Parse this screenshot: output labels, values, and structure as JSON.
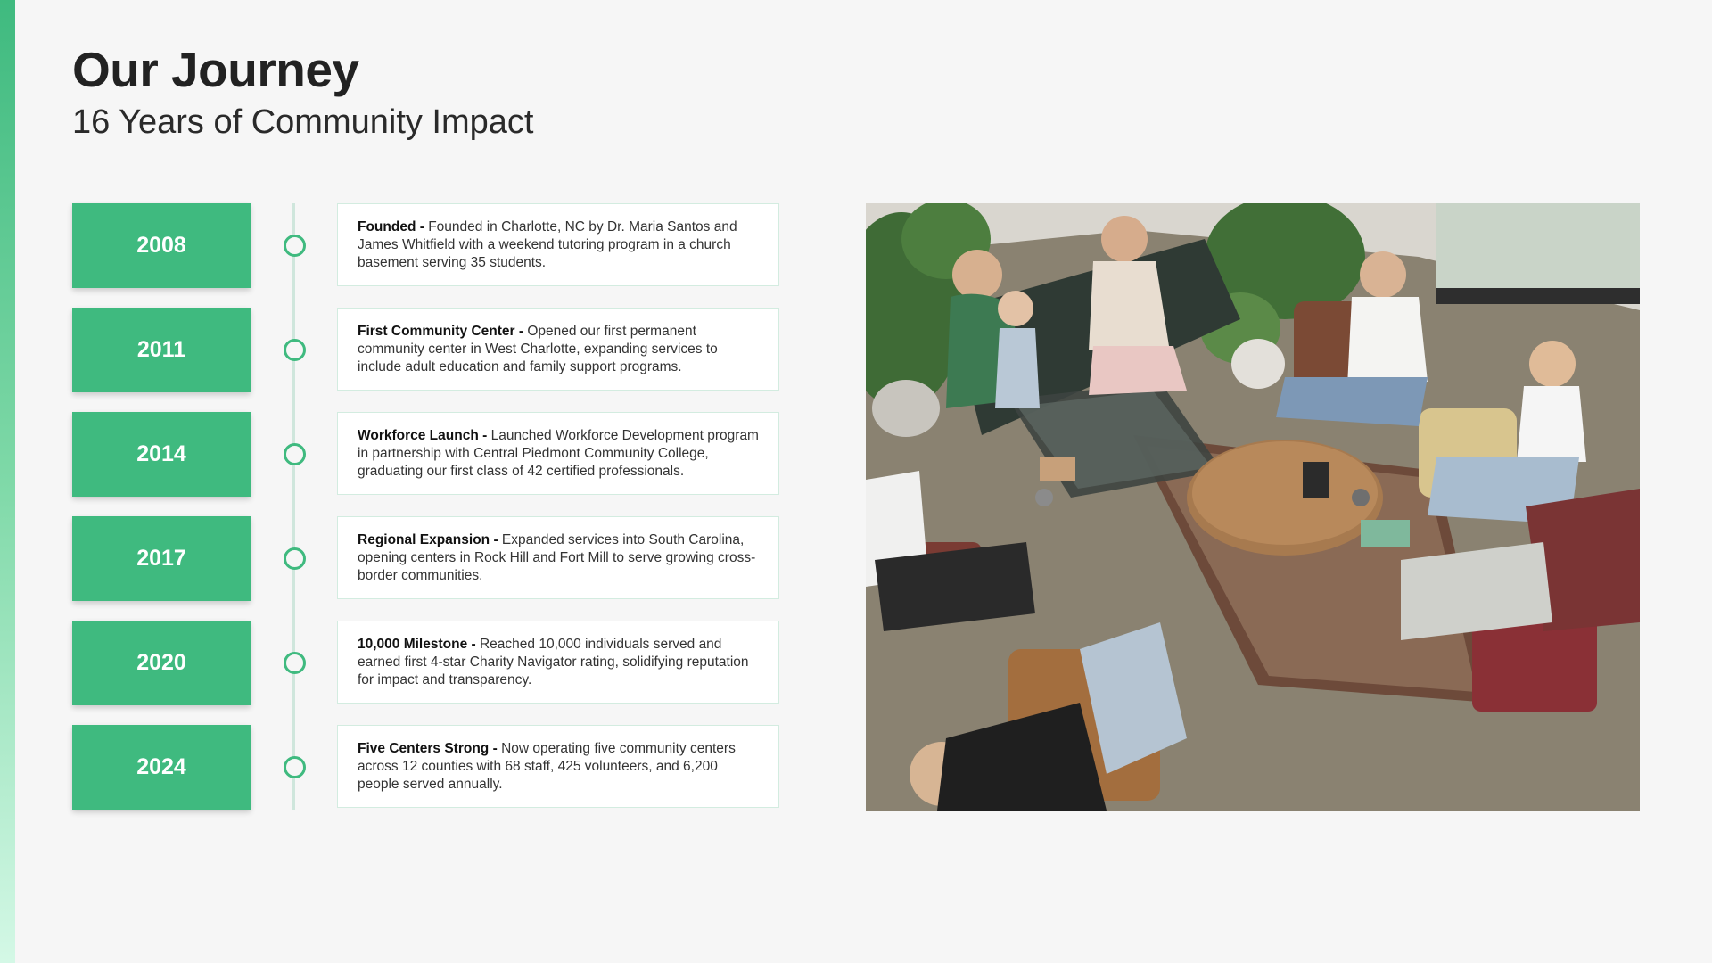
{
  "header": {
    "title": "Our Journey",
    "subtitle": "16 Years of Community Impact"
  },
  "colors": {
    "accent": "#3fba7f",
    "background": "#f6f6f6"
  },
  "timeline": [
    {
      "year": "2008",
      "heading": "Founded -",
      "text": "Founded in Charlotte, NC by Dr. Maria Santos and James Whitfield with a weekend tutoring program in a church basement serving 35 students."
    },
    {
      "year": "2011",
      "heading": "First Community Center -",
      "text": "Opened our first permanent community center in West Charlotte, expanding services to include adult education and family support programs."
    },
    {
      "year": "2014",
      "heading": "Workforce Launch -",
      "text": "Launched Workforce Development program in partnership with Central Piedmont Community College, graduating our first class of 42 certified professionals."
    },
    {
      "year": "2017",
      "heading": "Regional Expansion -",
      "text": "Expanded services into South Carolina, opening centers in Rock Hill and Fort Mill to serve growing cross-border communities."
    },
    {
      "year": "2020",
      "heading": "10,000 Milestone -",
      "text": "Reached 10,000 individuals served and earned first 4-star Charity Navigator rating, solidifying reputation for impact and transparency."
    },
    {
      "year": "2024",
      "heading": "Five Centers Strong -",
      "text": "Now operating five community centers across 12 counties with 68 staff, 425 volunteers, and 6,200 people served annually."
    }
  ]
}
